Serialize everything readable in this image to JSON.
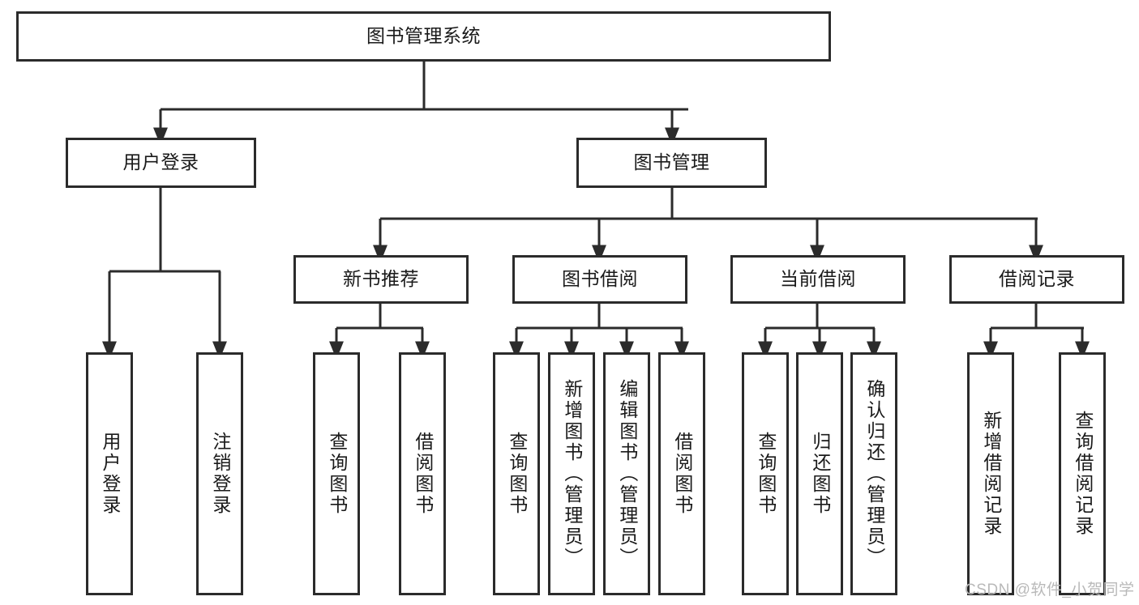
{
  "diagram": {
    "title": "图书管理系统",
    "type": "functional-hierarchy-tree",
    "root": {
      "label": "图书管理系统"
    },
    "level2": [
      {
        "label": "用户登录"
      },
      {
        "label": "图书管理"
      }
    ],
    "level3": [
      {
        "label": "新书推荐"
      },
      {
        "label": "图书借阅"
      },
      {
        "label": "当前借阅"
      },
      {
        "label": "借阅记录"
      }
    ],
    "leaves": {
      "user_login": [
        {
          "label": "用户登录"
        },
        {
          "label": "注销登录"
        }
      ],
      "new_book_recommend": [
        {
          "label": "查询图书"
        },
        {
          "label": "借阅图书"
        }
      ],
      "book_borrow": [
        {
          "label": "查询图书"
        },
        {
          "label": "新增图书（管理员）"
        },
        {
          "label": "编辑图书（管理员）"
        },
        {
          "label": "借阅图书"
        }
      ],
      "current_borrow": [
        {
          "label": "查询图书"
        },
        {
          "label": "归还图书"
        },
        {
          "label": "确认归还（管理员）"
        }
      ],
      "borrow_record": [
        {
          "label": "新增借阅记录"
        },
        {
          "label": "查询借阅记录"
        }
      ]
    }
  },
  "watermark": {
    "text": "CSDN @软件_小贺同学"
  },
  "colors": {
    "stroke": "#2b2b2b",
    "background": "#ffffff",
    "text": "#1a1a1a",
    "watermark": "#b9b9b9"
  }
}
